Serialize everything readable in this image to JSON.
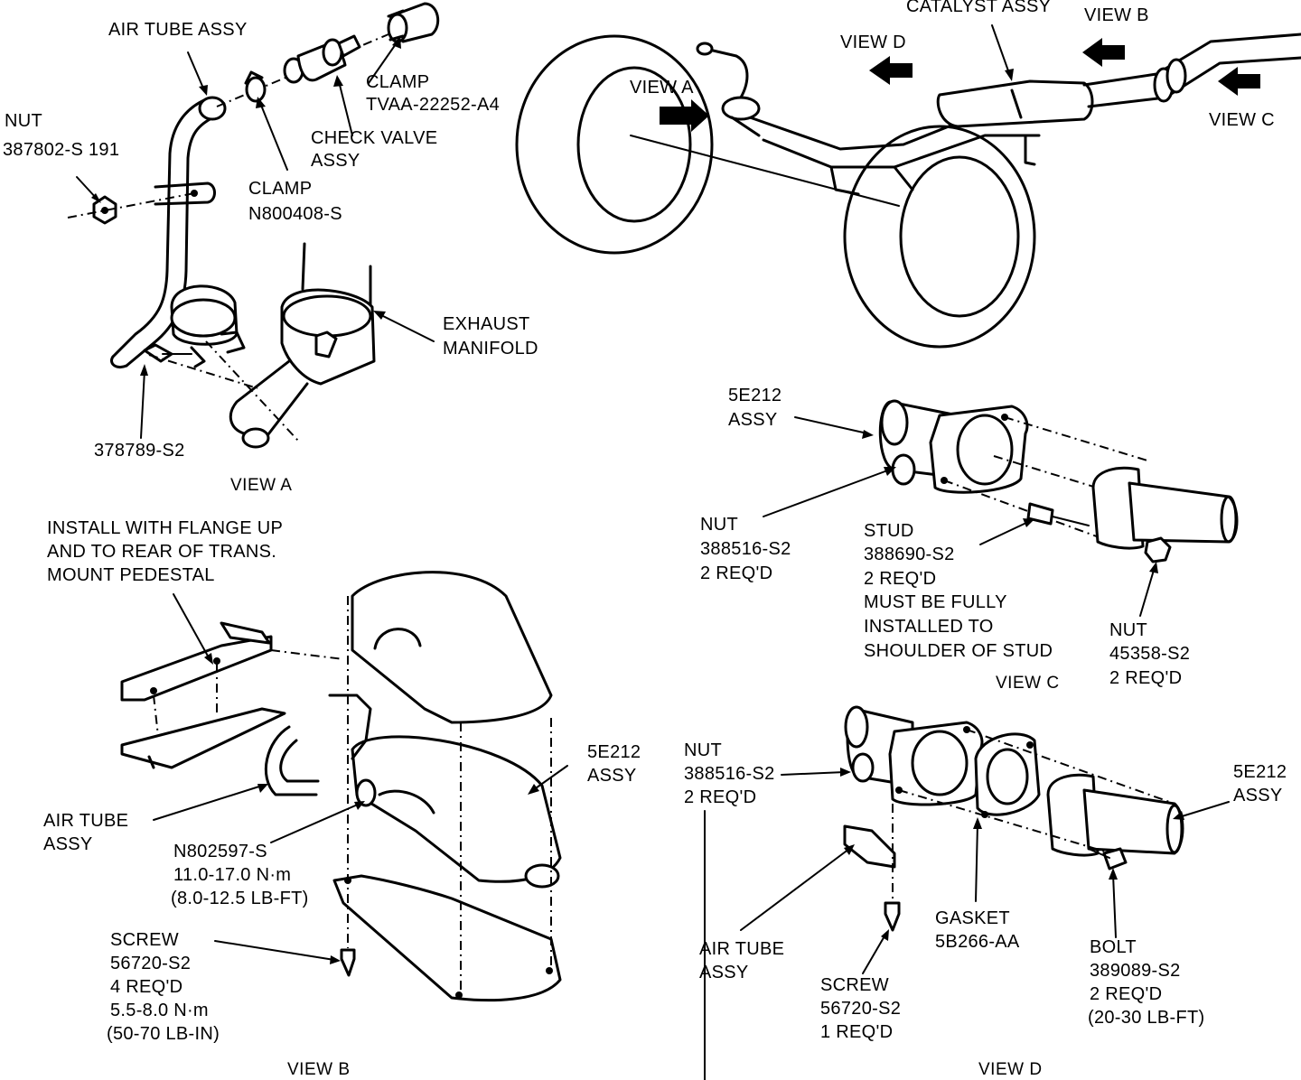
{
  "labels": {
    "air_tube_assy_a": "AIR TUBE ASSY",
    "clamp_tvaa_1": "CLAMP",
    "clamp_tvaa_2": "TVAA-22252-A4",
    "nut_a_1": "NUT",
    "nut_a_2": "387802-S 191",
    "check_valve_1": "CHECK VALVE",
    "check_valve_2": "ASSY",
    "clamp_n800_1": "CLAMP",
    "clamp_n800_2": "N800408-S",
    "exhaust_manifold_1": "EXHAUST",
    "exhaust_manifold_2": "MANIFOLD",
    "part_378789": "378789-S2",
    "catalyst_assy": "CATALYST ASSY",
    "view_b_arrow": "VIEW B",
    "view_d_arrow": "VIEW D",
    "view_a_arrow": "VIEW A",
    "view_c_arrow": "VIEW C",
    "c_5e212_1": "5E212",
    "c_5e212_2": "ASSY",
    "c_nut_1": "NUT",
    "c_nut_2": "388516-S2",
    "c_nut_3": "2 REQ'D",
    "c_stud_1": "STUD",
    "c_stud_2": "388690-S2",
    "c_stud_3": "2 REQ'D",
    "c_stud_4": "MUST BE FULLY",
    "c_stud_5": "INSTALLED TO",
    "c_stud_6": "SHOULDER OF STUD",
    "c_nut2_1": "NUT",
    "c_nut2_2": "45358-S2",
    "c_nut2_3": "2 REQ'D",
    "b_install_1": "INSTALL WITH FLANGE UP",
    "b_install_2": "AND TO REAR OF TRANS.",
    "b_install_3": "MOUNT PEDESTAL",
    "b_5e212_1": "5E212",
    "b_5e212_2": "ASSY",
    "b_air_tube_1": "AIR TUBE",
    "b_air_tube_2": "ASSY",
    "b_n802_1": "N802597-S",
    "b_n802_2": "11.0-17.0 N·m",
    "b_n802_3": "(8.0-12.5 LB-FT)",
    "b_screw_1": "SCREW",
    "b_screw_2": "56720-S2",
    "b_screw_3": "4 REQ'D",
    "b_screw_4": "5.5-8.0 N·m",
    "b_screw_5": "(50-70 LB-IN)",
    "d_nut_1": "NUT",
    "d_nut_2": "388516-S2",
    "d_nut_3": "2 REQ'D",
    "d_5e212_1": "5E212",
    "d_5e212_2": "ASSY",
    "d_air_tube_1": "AIR TUBE",
    "d_air_tube_2": "ASSY",
    "d_screw_1": "SCREW",
    "d_screw_2": "56720-S2",
    "d_screw_3": "1 REQ'D",
    "d_gasket_1": "GASKET",
    "d_gasket_2": "5B266-AA",
    "d_bolt_1": "BOLT",
    "d_bolt_2": "389089-S2",
    "d_bolt_3": "2 REQ'D",
    "d_bolt_4": "(20-30 LB-FT)"
  },
  "view_titles": {
    "a": "VIEW A",
    "b": "VIEW B",
    "c": "VIEW C",
    "d": "VIEW D"
  }
}
